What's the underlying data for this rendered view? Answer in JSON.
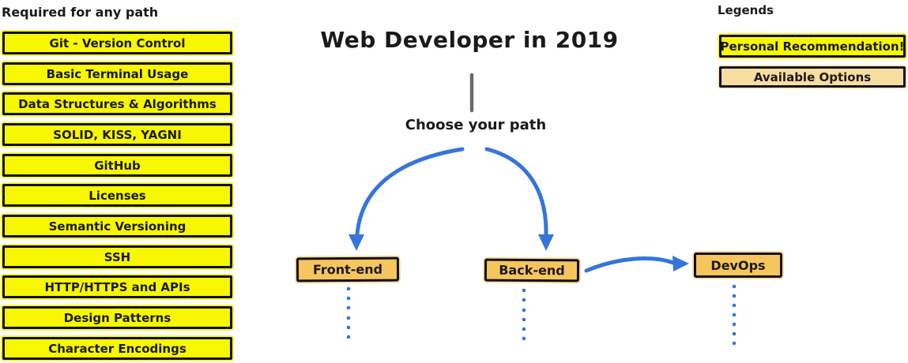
{
  "title": "Web Developer in 2019",
  "subtitle": "Choose your path",
  "required": {
    "heading": "Required for any path",
    "items": [
      "Git - Version Control",
      "Basic Terminal Usage",
      "Data Structures & Algorithms",
      "SOLID, KISS, YAGNI",
      "GitHub",
      "Licenses",
      "Semantic Versioning",
      "SSH",
      "HTTP/HTTPS and APIs",
      "Design Patterns",
      "Character Encodings"
    ]
  },
  "paths": {
    "frontend": "Front-end",
    "backend": "Back-end",
    "devops": "DevOps"
  },
  "legends": {
    "heading": "Legends",
    "personal_recommendation": "Personal Recommendation!",
    "available_options": "Available Options"
  },
  "colors": {
    "recommendation_yellow": "#F7F701",
    "option_orange": "#F6C55E",
    "option_light": "#F7DDA0",
    "arrow_blue": "#3575DC",
    "connector_gray": "#6B6B6B",
    "border_black": "#111111"
  }
}
